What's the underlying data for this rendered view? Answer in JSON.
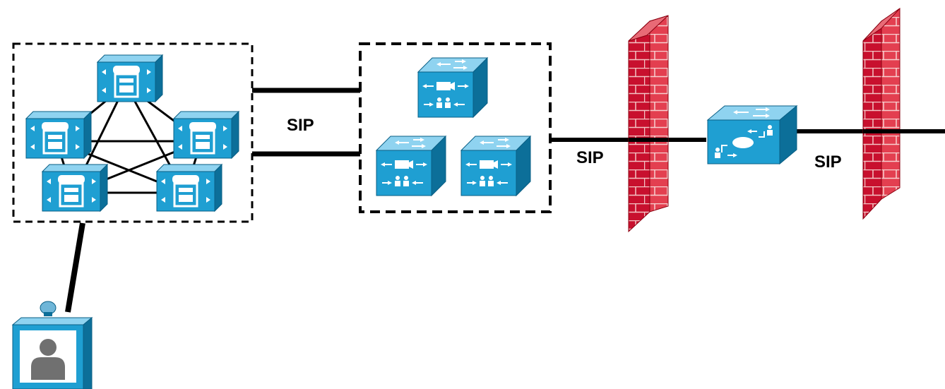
{
  "labels": {
    "sip_cluster_to_vcs": "SIP",
    "sip_vcs_to_expressway": "SIP",
    "sip_expressway_to_external": "SIP"
  },
  "icons": {
    "cluster_nodes": "call-manager-icon",
    "vcs_nodes": "video-switch-icon",
    "expressway": "expressway-edge-icon",
    "firewall": "firewall-icon",
    "endpoint": "video-endpoint-icon"
  },
  "colors": {
    "device_front": "#1f9fd2",
    "device_top": "#8fd3f0",
    "device_side": "#0c6f99",
    "firewall_brick": "#c8102e",
    "link": "#000000"
  }
}
